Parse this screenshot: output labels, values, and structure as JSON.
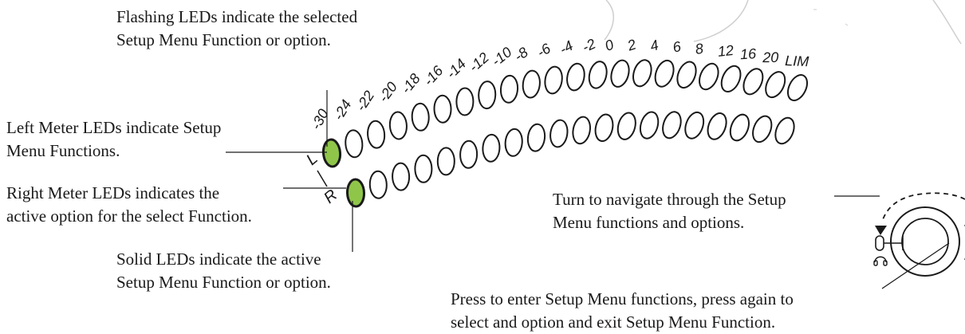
{
  "callouts": {
    "flashing": [
      "Flashing LEDs indicate the selected",
      "Setup Menu Function or option."
    ],
    "left_meter": [
      "Left Meter LEDs indicate Setup",
      "Menu Functions."
    ],
    "right_meter": [
      "Right Meter LEDs indicates the",
      "active option for the select Function."
    ],
    "solid": [
      "Solid LEDs indicate the active",
      "Setup Menu Function or option."
    ],
    "turn": [
      "Turn to navigate through the Setup",
      "Menu functions and options."
    ],
    "press": [
      "Press to enter Setup Menu functions, press again to",
      "select and option and exit Setup Menu Function."
    ]
  },
  "meter": {
    "scale_labels": [
      "-30",
      "-24",
      "-22",
      "-20",
      "-18",
      "-16",
      "-14",
      "-12",
      "-10",
      "-8",
      "-6",
      "-4",
      "-2",
      "0",
      "2",
      "4",
      "6",
      "8",
      "12",
      "16",
      "20",
      "LIM"
    ],
    "channel_left": "L",
    "channel_right": "R",
    "led_count": 22,
    "lit_left_index": 0,
    "lit_right_index": 0
  },
  "colors": {
    "lit_led": "#8fc64a",
    "outline": "#1a1a1a"
  },
  "icons": {
    "knob": "rotary-encoder-knob-icon",
    "rotation": "curved-arrow-icon",
    "headphone": "headphone-icon"
  }
}
